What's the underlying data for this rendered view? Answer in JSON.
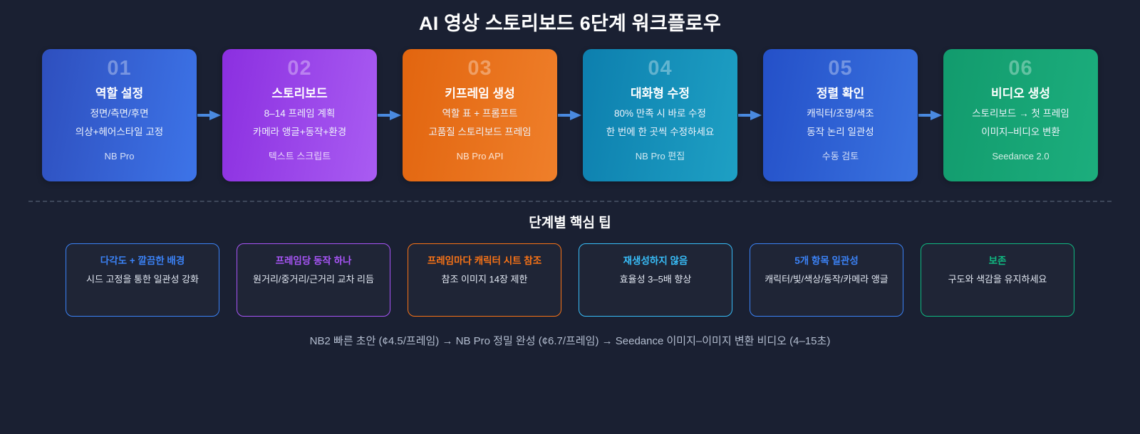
{
  "header": {
    "title": "AI 영상 스토리보드 6단계 워크플로우"
  },
  "colors": {
    "background": "#1a2032",
    "arrow": "#4a8ae0",
    "divider": "#4a5468",
    "step1": "#2f5fcf",
    "step2": "#9b3fe8",
    "step3": "#e8701a",
    "step4": "#1288b4",
    "step5": "#2a5fd0",
    "step6": "#17a373",
    "tip1_accent": "#3b82f6",
    "tip2_accent": "#a855f7",
    "tip3_accent": "#f97316",
    "tip4_accent": "#38bdf8",
    "tip5_accent": "#3b82f6",
    "tip6_accent": "#10b981"
  },
  "steps": [
    {
      "num": "01",
      "title": "역할 설정",
      "line1": "정면/측면/후면",
      "line2": "의상+헤어스타일 고정",
      "tool": "NB Pro",
      "gradient_from": "#2e4fbe",
      "gradient_to": "#3d74e8"
    },
    {
      "num": "02",
      "title": "스토리보드",
      "line1": "8–14 프레임 계획",
      "line2": "카메라 앵글+동작+환경",
      "tool": "텍스트 스크립트",
      "gradient_from": "#8b2fe0",
      "gradient_to": "#a95cf2"
    },
    {
      "num": "03",
      "title": "키프레임 생성",
      "line1": "역할 표 + 프롬프트",
      "line2": "고품질 스토리보드 프레임",
      "tool": "NB Pro API",
      "gradient_from": "#e2650f",
      "gradient_to": "#ef7f2a"
    },
    {
      "num": "04",
      "title": "대화형 수정",
      "line1": "80% 만족 시 바로 수정",
      "line2": "한 번에 한 곳씩 수정하세요",
      "tool": "NB Pro 편집",
      "gradient_from": "#0d7fae",
      "gradient_to": "#1ea0c4"
    },
    {
      "num": "05",
      "title": "정렬 확인",
      "line1": "캐릭터/조명/색조",
      "line2": "동작 논리 일관성",
      "tool": "수동 검토",
      "gradient_from": "#2450c8",
      "gradient_to": "#3a73e0"
    },
    {
      "num": "06",
      "title": "비디오 생성",
      "line1": "스토리보드 → 첫 프레임",
      "line2": "이미지–비디오 변환",
      "tool": "Seedance 2.0",
      "gradient_from": "#129b6d",
      "gradient_to": "#1cae7d"
    }
  ],
  "tips_section": {
    "title": "단계별 핵심 팁",
    "tips": [
      {
        "head": "다각도 + 깔끔한 배경",
        "sub": "시드 고정을 통한 일관성 강화",
        "accent": "#3b82f6"
      },
      {
        "head": "프레임당 동작 하나",
        "sub": "원거리/중거리/근거리 교차 리듬",
        "accent": "#a855f7"
      },
      {
        "head": "프레임마다 캐릭터 시트 참조",
        "sub": "참조 이미지 14장 제한",
        "accent": "#f97316"
      },
      {
        "head": "재생성하지 않음",
        "sub": "효율성 3–5배 향상",
        "accent": "#38bdf8"
      },
      {
        "head": "5개 항목 일관성",
        "sub": "캐릭터/빛/색상/동작/카메라 앵글",
        "accent": "#3b82f6"
      },
      {
        "head": "보존",
        "sub": "구도와 색감을 유지하세요",
        "accent": "#10b981"
      }
    ]
  },
  "footer": {
    "note": "NB2 빠른 초안 (¢4.5/프레임) → NB Pro 정밀 완성 (¢6.7/프레임) → Seedance 이미지–이미지 변환 비디오 (4–15초)"
  }
}
